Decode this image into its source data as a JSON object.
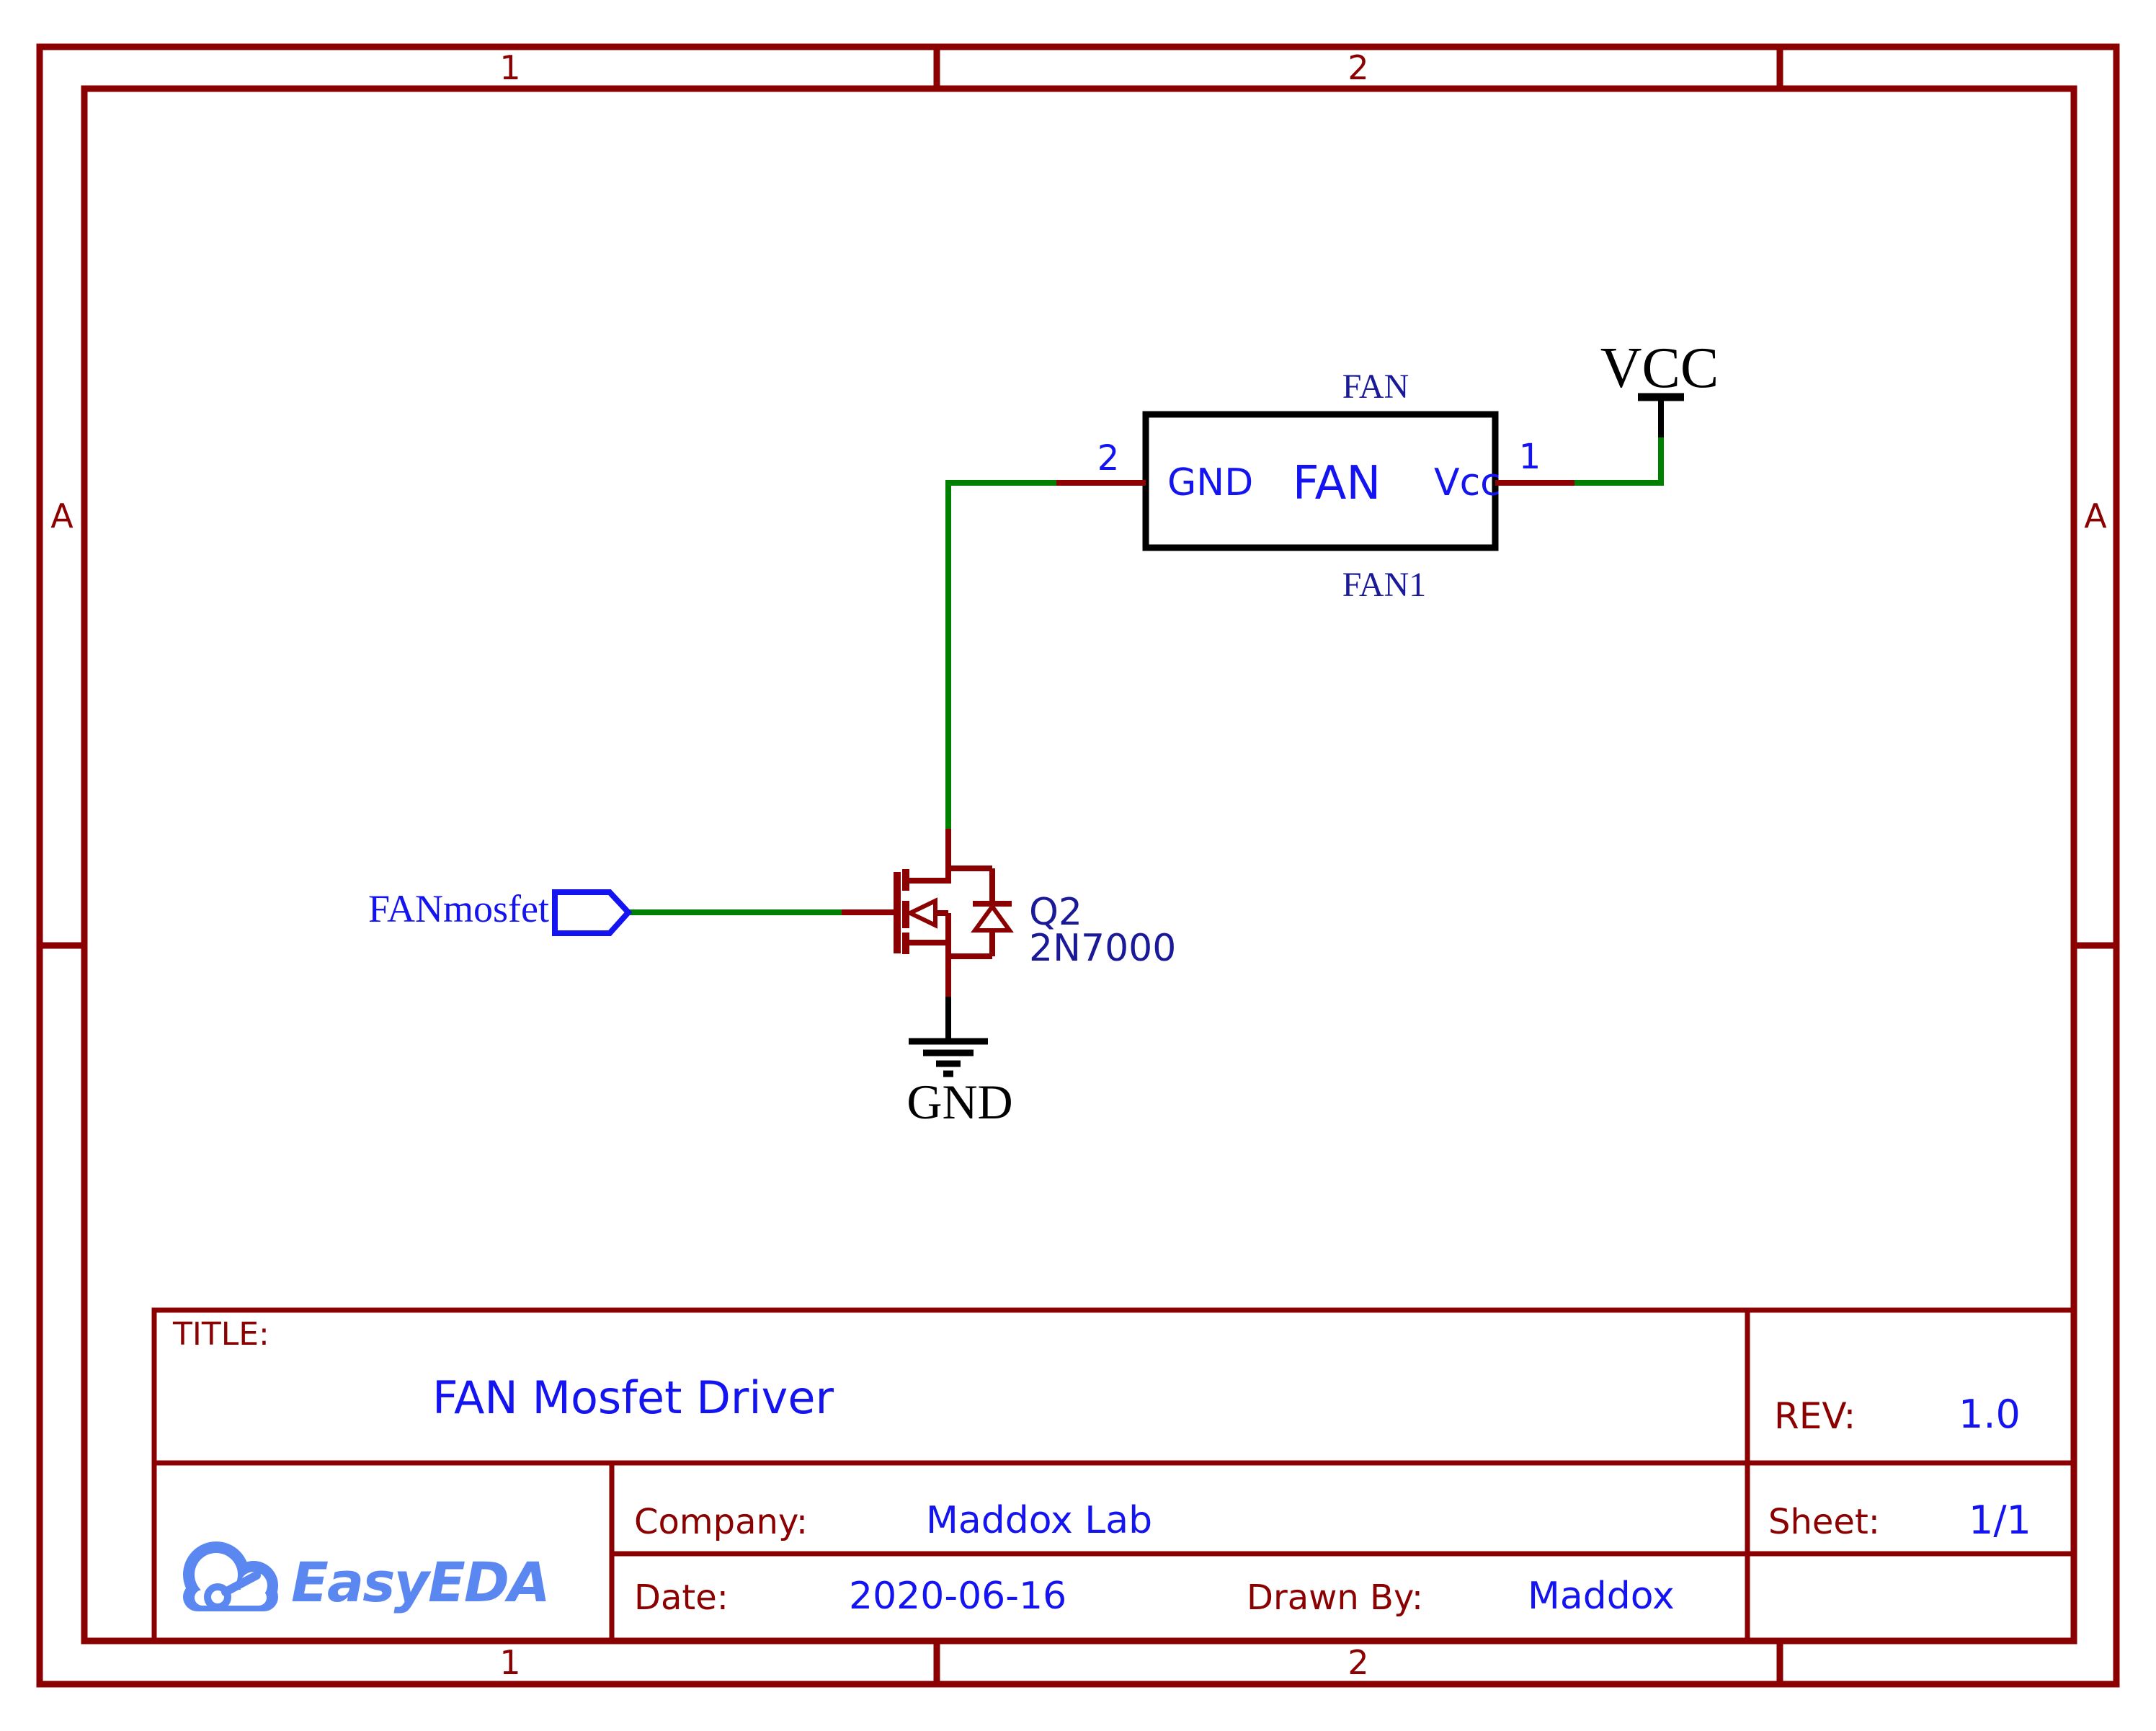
{
  "frame": {
    "col1": "1",
    "col2": "2",
    "row_a": "A"
  },
  "title_block": {
    "title_label": "TITLE:",
    "title": "FAN Mosfet Driver",
    "rev_label": "REV:",
    "rev": "1.0",
    "company_label": "Company:",
    "company": "Maddox Lab",
    "sheet_label": "Sheet:",
    "sheet": "1/1",
    "date_label": "Date:",
    "date": "2020-06-16",
    "drawn_by_label": "Drawn By:",
    "drawn_by": "Maddox",
    "logo_text": "EasyEDA"
  },
  "schematic": {
    "fan": {
      "label_top": "FAN",
      "designator": "FAN1",
      "name": "FAN",
      "pin_gnd_label": "GND",
      "pin_vcc_label": "Vcc",
      "pin1_number": "1",
      "pin2_number": "2"
    },
    "mosfet": {
      "designator": "Q2",
      "part": "2N7000"
    },
    "power": {
      "vcc": "VCC",
      "gnd": "GND"
    },
    "net_flag": {
      "name": "FANmosfet"
    }
  },
  "colors": {
    "frame_dark_red": "#8B0000",
    "wire_green": "#008000",
    "pin_dark_red": "#8B0000",
    "component_black": "#000000",
    "label_blue": "#1414F0",
    "designator_navy": "#1A1A99",
    "logo_blue": "#5B87F0",
    "background": "#ffffff"
  }
}
